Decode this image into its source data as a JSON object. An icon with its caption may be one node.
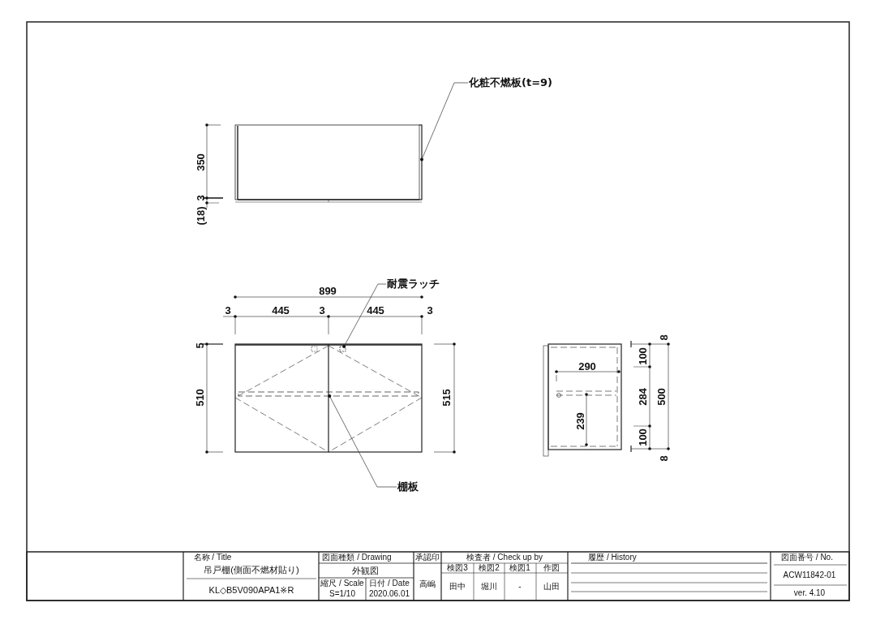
{
  "diagram": {
    "nodes": [
      {
        "text": [
          "化粧不燃板(t=9)"
        ]
      },
      {
        "text": [
          "耐震ラッチ"
        ]
      },
      {
        "text": [
          "棚板"
        ]
      },
      {
        "text": [],
        "shape": "box"
      },
      {
        "text": [],
        "shape": "box"
      },
      {
        "text": [],
        "shape": "box"
      }
    ],
    "edges": [
      {
        "from": 0,
        "to": 3,
        "arrow": "other"
      },
      {
        "from": 1,
        "to": 4,
        "arrow": "other"
      },
      {
        "from": 2,
        "to": 5,
        "arrow": "other"
      }
    ],
    "labels": [
      "350",
      "3",
      "(18)",
      "899",
      "3",
      "445",
      "3",
      "445",
      "3",
      "5",
      "510",
      "515",
      "8",
      "290",
      "100",
      "284",
      "500",
      "239",
      "100",
      "8",
      "名称 / Title",
      "吊戸棚(側面不燃材貼り)",
      "KL◇B5V090APA1※R",
      "図面種類 / Drawing",
      "外観図",
      "縮尺 / Scale",
      "S=1/10",
      "日付 / Date",
      "2020.06.01",
      "承認印",
      "検査者 / Check up by",
      "検図3",
      "検図2",
      "検図1",
      "作図",
      "高嶋",
      "田中",
      "堀川",
      "-",
      "山田",
      "履歴 / History",
      "図面番号 / No.",
      "ACW11842-01",
      "ver. 4.10"
    ]
  }
}
